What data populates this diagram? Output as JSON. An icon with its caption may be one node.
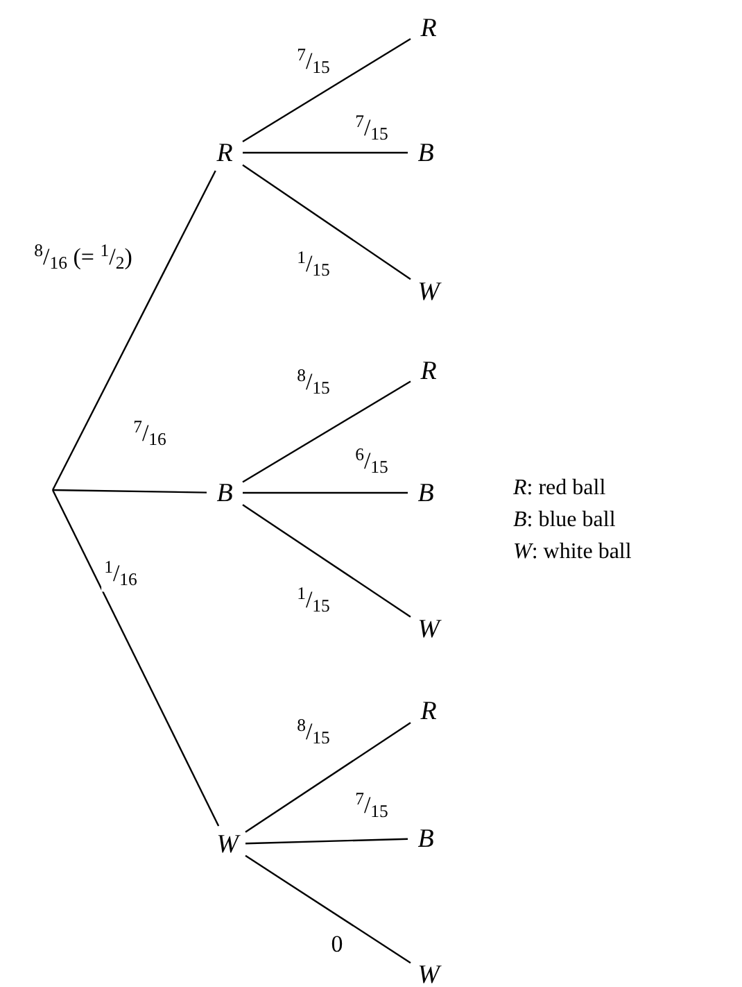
{
  "diagram": {
    "nodes": [
      {
        "text": [
          "R"
        ]
      },
      {
        "text": [
          "B"
        ]
      },
      {
        "text": [
          "W"
        ]
      },
      {
        "text": [
          "R"
        ]
      },
      {
        "text": [
          "B"
        ]
      },
      {
        "text": [
          "W"
        ]
      },
      {
        "text": [
          "R"
        ]
      },
      {
        "text": [
          "B"
        ]
      },
      {
        "text": [
          "W"
        ]
      },
      {
        "text": [
          "R"
        ]
      },
      {
        "text": [
          "B"
        ]
      },
      {
        "text": [
          "W"
        ]
      }
    ],
    "edges": [
      {
        "from": null,
        "to": 0,
        "arrow": "none",
        "label": "$^{8}$/$_{16}$ (= $^{1}$/$_{2}$)"
      },
      {
        "from": null,
        "to": 1,
        "arrow": "none",
        "label": "$^{7}$/$_{16}$"
      },
      {
        "from": null,
        "to": 2,
        "arrow": "none",
        "label": "$^{1}$/$_{16}$"
      },
      {
        "from": 0,
        "to": 3,
        "arrow": "none",
        "label": "$^{7}$/$_{15}$"
      },
      {
        "from": 0,
        "to": 4,
        "arrow": "none",
        "label": "$^{7}$/$_{15}$"
      },
      {
        "from": 0,
        "to": 5,
        "arrow": "none",
        "label": "$^{1}$/$_{15}$"
      },
      {
        "from": 1,
        "to": 6,
        "arrow": "none",
        "label": "$^{8}$/$_{15}$"
      },
      {
        "from": 1,
        "to": 7,
        "arrow": "none",
        "label": "$^{6}$/$_{15}$"
      },
      {
        "from": 1,
        "to": 8,
        "arrow": "none",
        "label": "$^{1}$/$_{15}$"
      },
      {
        "from": 2,
        "to": 9,
        "arrow": "none",
        "label": "$^{8}$/$_{15}$"
      },
      {
        "from": 2,
        "to": 10,
        "arrow": "none",
        "label": "$^{7}$/$_{15}$"
      },
      {
        "from": 2,
        "to": 11,
        "arrow": "none",
        "label": "0"
      }
    ],
    "labels": [
      "*R*: red ball",
      "*B*: blue ball",
      "*W*: white ball"
    ]
  }
}
